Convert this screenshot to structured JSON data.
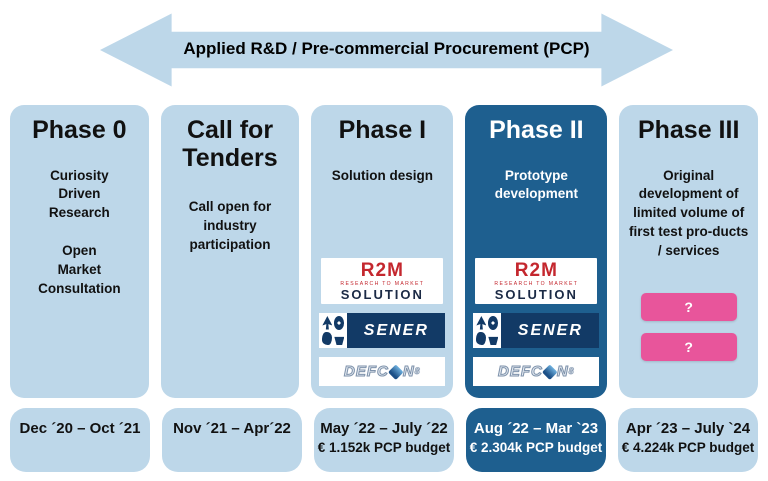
{
  "arrow": {
    "label": "Applied R&D / Pre-commercial Procurement (PCP)"
  },
  "phases": [
    {
      "title": "Phase 0",
      "body": "Curiosity\nDriven\nResearch\n\nOpen\nMarket\nConsultation"
    },
    {
      "title": "Call for\nTenders",
      "body": "Call open for\nindustry\nparticipation"
    },
    {
      "title": "Phase I",
      "body": "Solution design"
    },
    {
      "title": "Phase II",
      "body": "Prototype\ndevelopment"
    },
    {
      "title": "Phase III",
      "body": "Original\ndevelopment of\nlimited volume of\nfirst test pro-ducts\n/ services"
    }
  ],
  "dates": [
    {
      "line1": "Dec ´20 – Oct ´21",
      "line2": ""
    },
    {
      "line1": "Nov ´21 – Apr´22",
      "line2": ""
    },
    {
      "line1": "May ´22 – July ´22",
      "line2": "€ 1.152k PCP budget"
    },
    {
      "line1": "Aug ´22 – Mar `23",
      "line2": "€ 2.304k PCP budget"
    },
    {
      "line1": "Apr ´23 – July `24",
      "line2": "€ 4.224k PCP budget"
    }
  ],
  "logos": {
    "r2m": {
      "name": "R2M",
      "tagline": "RESEARCH TO MARKET",
      "wordmark": "SOLUTION"
    },
    "sener": {
      "wordmark": "SENER",
      "icons": [
        "plane",
        "globe",
        "hand",
        "ship"
      ]
    },
    "defcon": {
      "part1": "DEFC",
      "part2": "N",
      "suffix": "8"
    }
  },
  "question_mark": "?",
  "colors": {
    "light_blue": "#BDD7E9",
    "dark_blue": "#1E5F8F",
    "pink": "#E8559B",
    "r2m_red": "#C4272E",
    "sener_navy": "#123A66"
  }
}
